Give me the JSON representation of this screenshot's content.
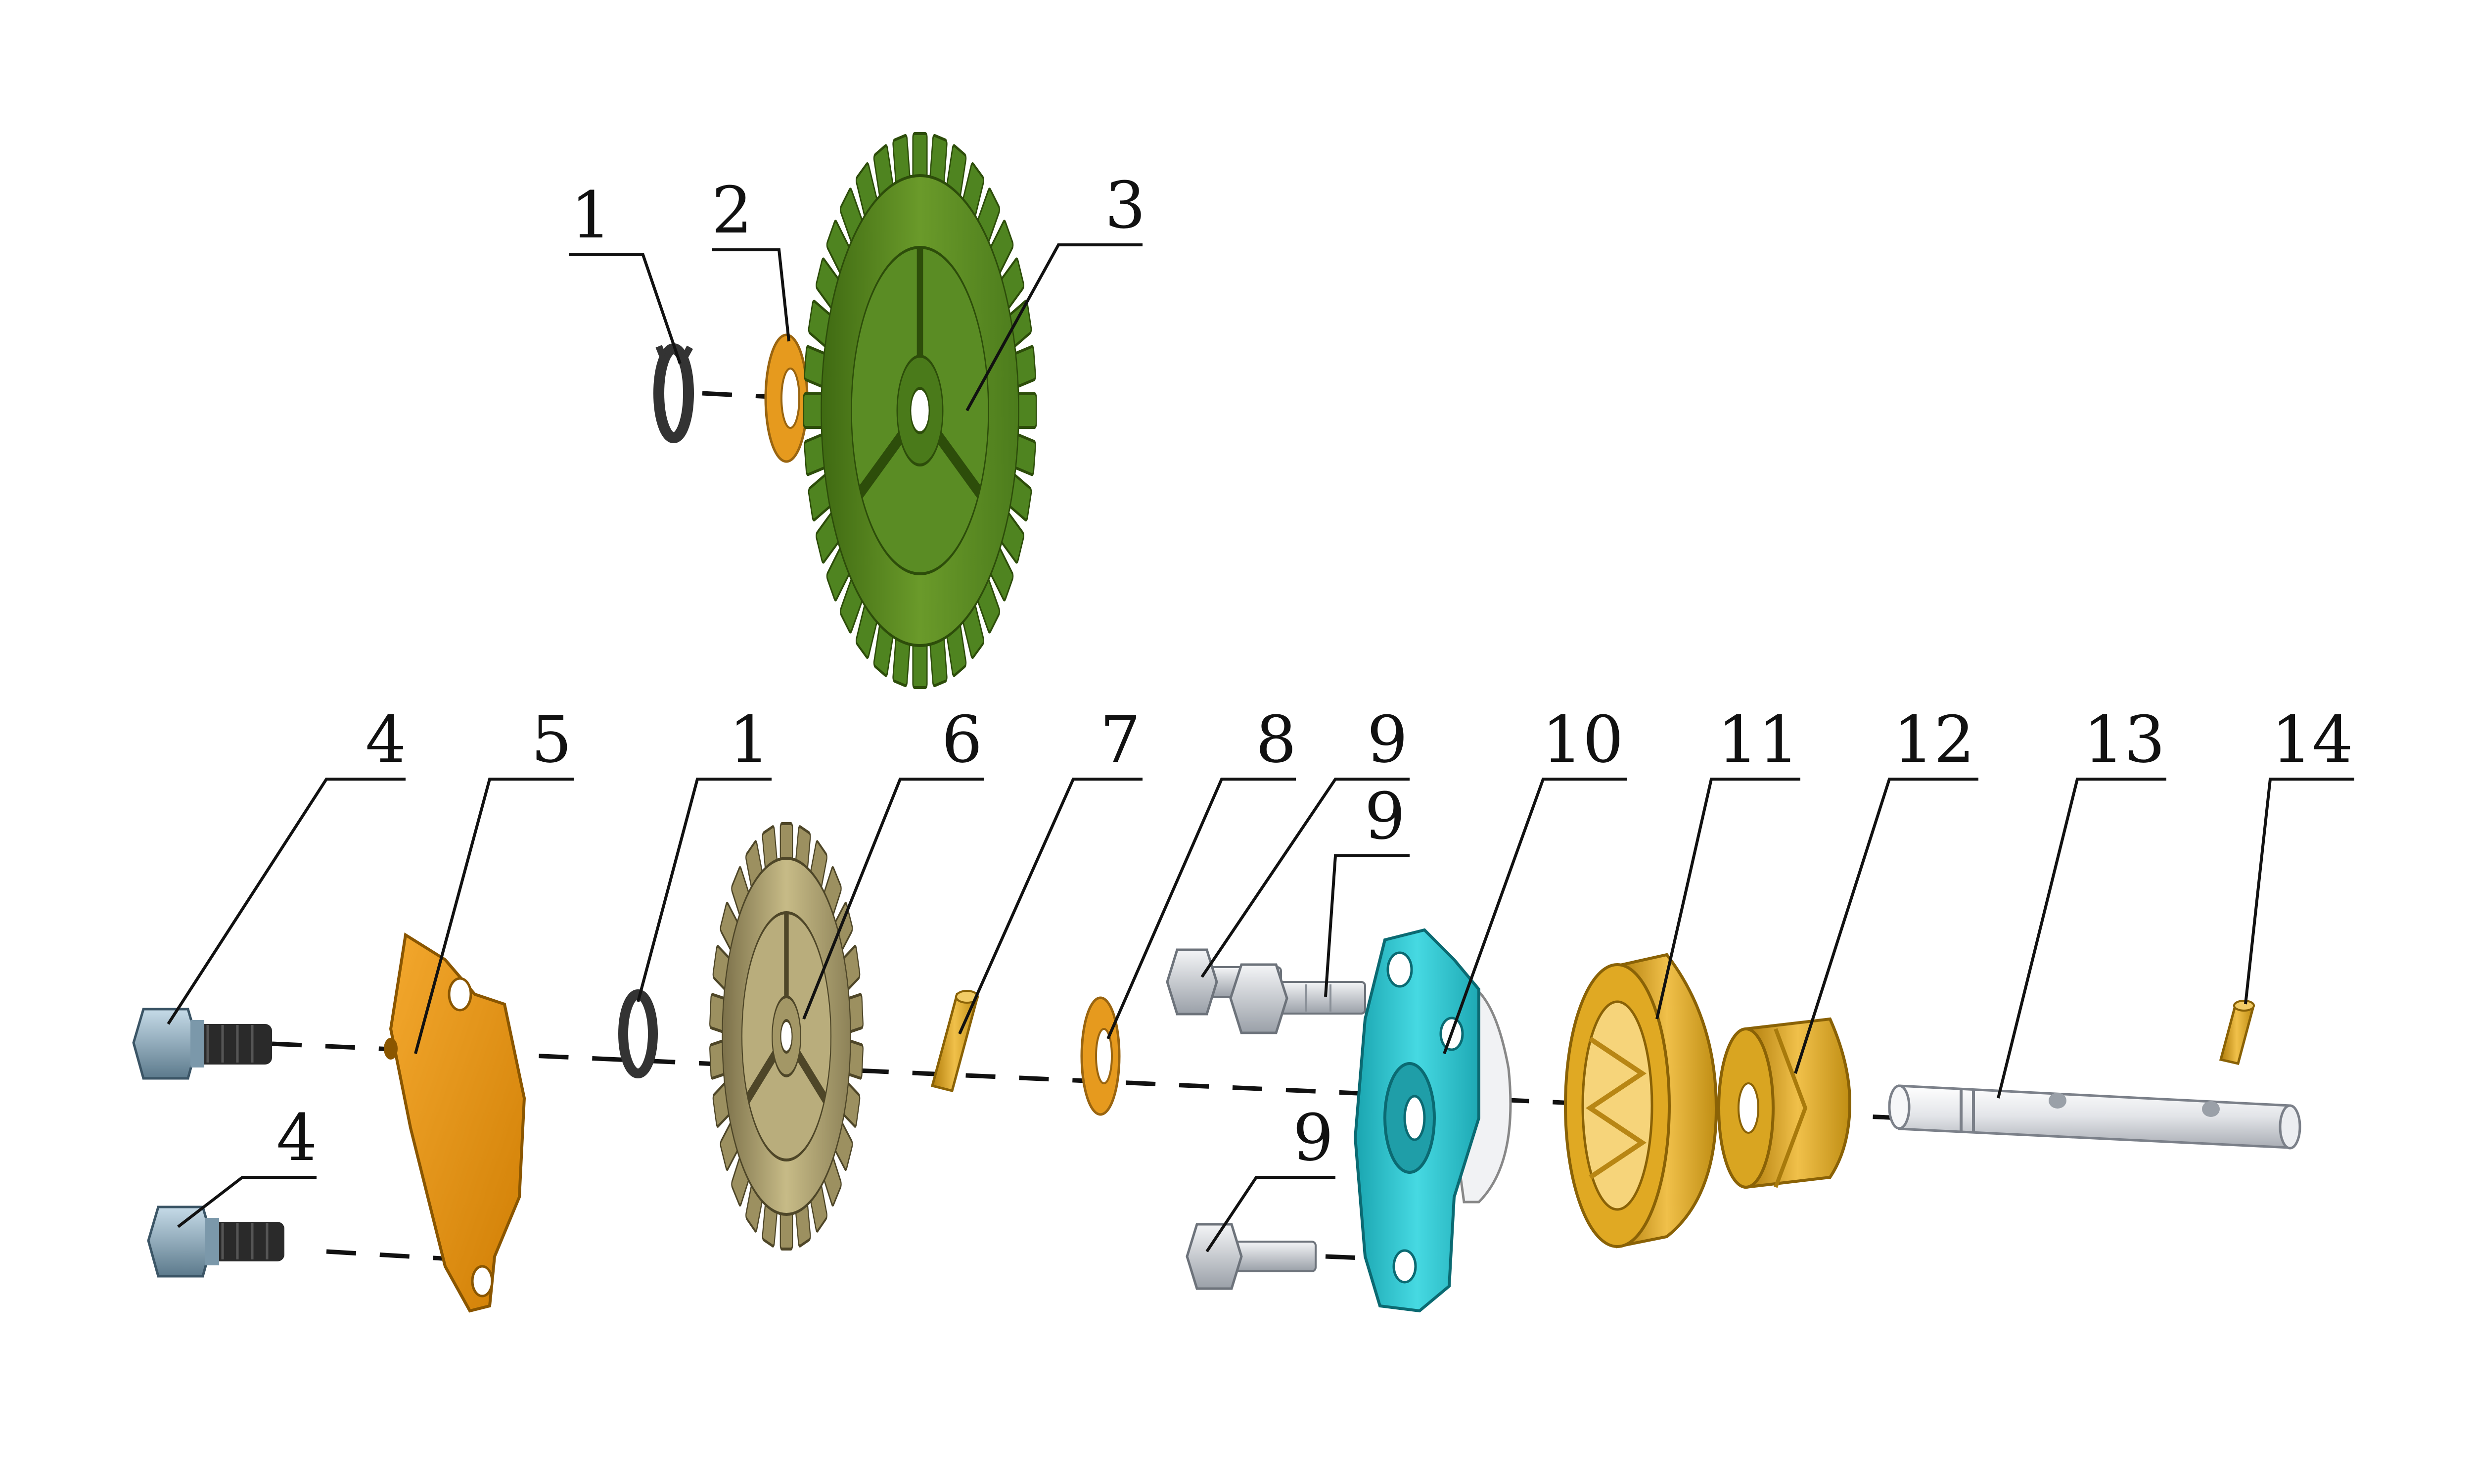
{
  "diagram": {
    "callouts": [
      {
        "id": "c1-top",
        "label": "1"
      },
      {
        "id": "c2",
        "label": "2"
      },
      {
        "id": "c3",
        "label": "3"
      },
      {
        "id": "c4-upper",
        "label": "4"
      },
      {
        "id": "c5",
        "label": "5"
      },
      {
        "id": "c1-bottom",
        "label": "1"
      },
      {
        "id": "c6",
        "label": "6"
      },
      {
        "id": "c7",
        "label": "7"
      },
      {
        "id": "c8",
        "label": "8"
      },
      {
        "id": "c9-a",
        "label": "9"
      },
      {
        "id": "c10",
        "label": "10"
      },
      {
        "id": "c11",
        "label": "11"
      },
      {
        "id": "c12",
        "label": "12"
      },
      {
        "id": "c13",
        "label": "13"
      },
      {
        "id": "c14",
        "label": "14"
      },
      {
        "id": "c9-b",
        "label": "9"
      },
      {
        "id": "c4-lower",
        "label": "4"
      },
      {
        "id": "c9-c",
        "label": "9"
      }
    ],
    "colors": {
      "gear_large": "#6a9a2a",
      "gear_large_dark": "#3f6a12",
      "washer": "#e69a1e",
      "cover": "#e8920c",
      "gear_small": "#b3a772",
      "gear_small_dark": "#7c714a",
      "pump_body": "#3dcfd8",
      "brass": "#d9a521",
      "shaft": "#e2e4e8",
      "bolt_steel": "#8aa6b8",
      "bolt_dark": "#2a2a2a",
      "screw_silver": "#c8cdd3",
      "snap_ring": "#333333"
    }
  }
}
